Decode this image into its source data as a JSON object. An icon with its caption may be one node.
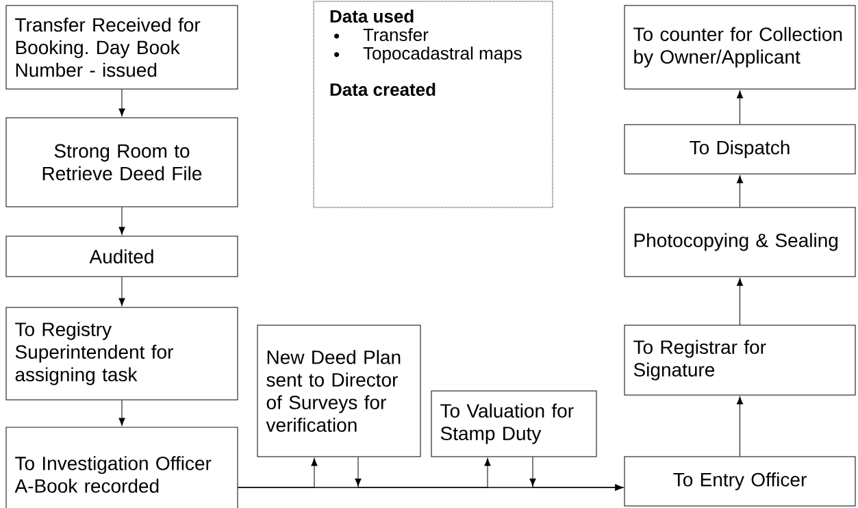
{
  "diagram": {
    "nodes": [
      {
        "text": [
          "Transfer Received for Booking. Day Book Number - issued"
        ]
      },
      {
        "text": [
          "Strong Room to Retrieve Deed File"
        ]
      },
      {
        "text": [
          "Audited"
        ]
      },
      {
        "text": [
          "To Registry Superintendent for assigning task"
        ]
      },
      {
        "text": [
          "To Investigation Officer A-Book recorded"
        ]
      },
      {
        "text": [
          "New Deed Plan sent to Director of Surveys for verification"
        ]
      },
      {
        "text": [
          "To Valuation for Stamp Duty"
        ]
      },
      {
        "text": [
          "To Entry Officer"
        ]
      },
      {
        "text": [
          "To Registrar for Signature"
        ]
      },
      {
        "text": [
          "Photocopying & Sealing"
        ]
      },
      {
        "text": [
          "To Dispatch"
        ]
      },
      {
        "text": [
          "To counter for Collection by Owner/Applicant"
        ]
      },
      {
        "text": [
          "Data used",
          "Transfer",
          "Topocadastral maps",
          "Data created"
        ]
      }
    ],
    "edges": [
      {
        "from": 0,
        "to": 1,
        "arrow": "to"
      },
      {
        "from": 1,
        "to": 2,
        "arrow": "to"
      },
      {
        "from": 2,
        "to": 3,
        "arrow": "to"
      },
      {
        "from": 3,
        "to": 4,
        "arrow": "to"
      },
      {
        "from": 4,
        "to": 7,
        "arrow": "to"
      },
      {
        "from": 4,
        "to": 5,
        "arrow": "to"
      },
      {
        "from": 5,
        "to": 7,
        "arrow": "to"
      },
      {
        "from": 4,
        "to": 6,
        "arrow": "to"
      },
      {
        "from": 6,
        "to": 7,
        "arrow": "to"
      },
      {
        "from": 7,
        "to": 8,
        "arrow": "to"
      },
      {
        "from": 8,
        "to": 9,
        "arrow": "to"
      },
      {
        "from": 9,
        "to": 10,
        "arrow": "to"
      },
      {
        "from": 10,
        "to": 11,
        "arrow": "to"
      }
    ]
  }
}
